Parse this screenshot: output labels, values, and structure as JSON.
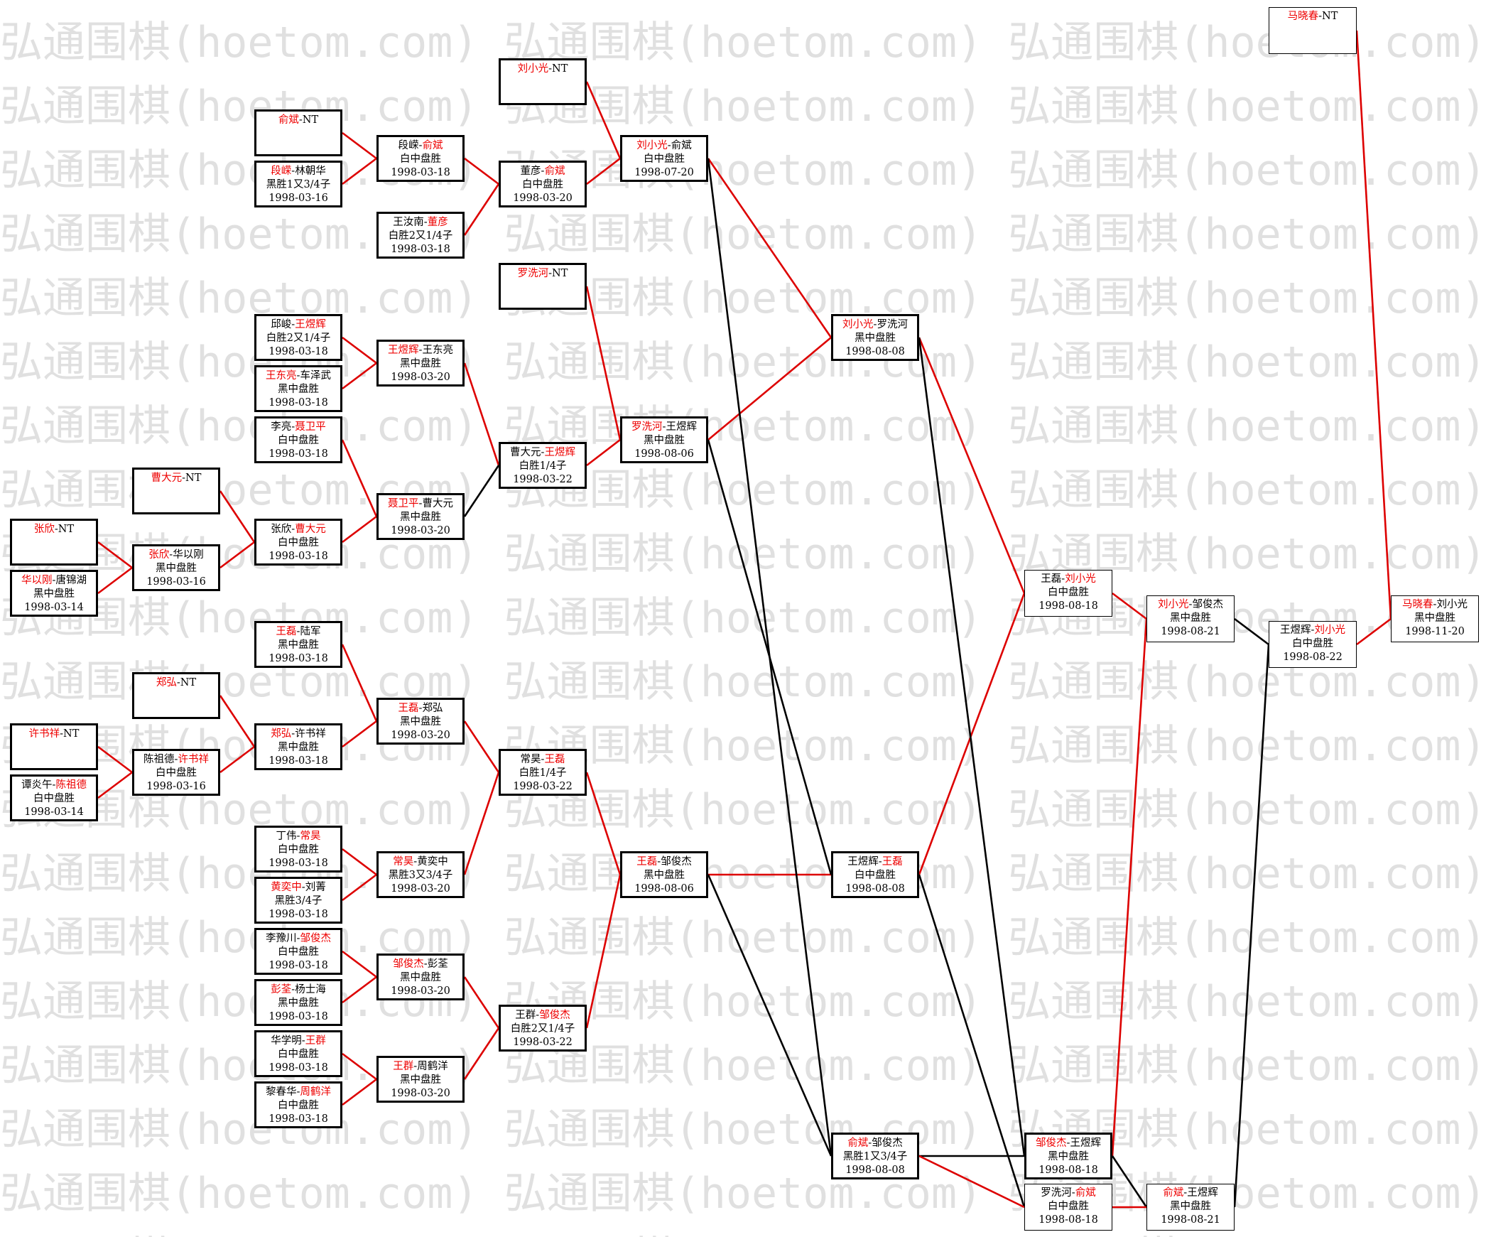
{
  "watermark": "弘通围棋(hoetom.com)",
  "colors": {
    "winner": "#ee0000",
    "winner_line": "#dd0000",
    "loser_line": "#000000",
    "border": "#000000",
    "watermark": "#e0e0e0"
  },
  "nodes": [
    {
      "id": "n1",
      "p1": "俞斌",
      "sep": "-",
      "p2": "NT",
      "r": "",
      "d": "",
      "w": 1
    },
    {
      "id": "n2",
      "p1": "段嵘",
      "sep": "-",
      "p2": "林朝华",
      "r": "黑胜1又3/4子",
      "d": "1998-03-16",
      "w": 1
    },
    {
      "id": "n3",
      "p1": "段嵘",
      "sep": "-",
      "p2": "俞斌",
      "r": "白中盘胜",
      "d": "1998-03-18",
      "w": 2
    },
    {
      "id": "n4",
      "p1": "王汝南",
      "sep": "-",
      "p2": "董彦",
      "r": "白胜2又1/4子",
      "d": "1998-03-18",
      "w": 2
    },
    {
      "id": "n5",
      "p1": "刘小光",
      "sep": "-",
      "p2": "NT",
      "r": "",
      "d": "",
      "w": 1
    },
    {
      "id": "n6",
      "p1": "董彦",
      "sep": "-",
      "p2": "俞斌",
      "r": "白中盘胜",
      "d": "1998-03-20",
      "w": 2
    },
    {
      "id": "n7",
      "p1": "刘小光",
      "sep": "-",
      "p2": "俞斌",
      "r": "白中盘胜",
      "d": "1998-07-20",
      "w": 1
    },
    {
      "id": "n8",
      "p1": "罗洗河",
      "sep": "-",
      "p2": "NT",
      "r": "",
      "d": "",
      "w": 1
    },
    {
      "id": "n9",
      "p1": "邱峻",
      "sep": "-",
      "p2": "王煜辉",
      "r": "白胜2又1/4子",
      "d": "1998-03-18",
      "w": 2
    },
    {
      "id": "n10",
      "p1": "王东亮",
      "sep": "-",
      "p2": "车泽武",
      "r": "黑中盘胜",
      "d": "1998-03-18",
      "w": 1
    },
    {
      "id": "n11",
      "p1": "王煜辉",
      "sep": "-",
      "p2": "王东亮",
      "r": "黑中盘胜",
      "d": "1998-03-20",
      "w": 1
    },
    {
      "id": "n12",
      "p1": "李亮",
      "sep": "-",
      "p2": "聂卫平",
      "r": "白中盘胜",
      "d": "1998-03-18",
      "w": 2
    },
    {
      "id": "n13",
      "p1": "曹大元",
      "sep": "-",
      "p2": "NT",
      "r": "",
      "d": "",
      "w": 1
    },
    {
      "id": "n14",
      "p1": "张欣",
      "sep": "-",
      "p2": "NT",
      "r": "",
      "d": "",
      "w": 1
    },
    {
      "id": "n15",
      "p1": "华以刚",
      "sep": "-",
      "p2": "唐锦湖",
      "r": "黑中盘胜",
      "d": "1998-03-14",
      "w": 1
    },
    {
      "id": "n16",
      "p1": "张欣",
      "sep": "-",
      "p2": "华以刚",
      "r": "黑中盘胜",
      "d": "1998-03-16",
      "w": 1
    },
    {
      "id": "n17",
      "p1": "张欣",
      "sep": "-",
      "p2": "曹大元",
      "r": "白中盘胜",
      "d": "1998-03-18",
      "w": 2
    },
    {
      "id": "n18",
      "p1": "聂卫平",
      "sep": "-",
      "p2": "曹大元",
      "r": "黑中盘胜",
      "d": "1998-03-20",
      "w": 1
    },
    {
      "id": "n19",
      "p1": "曹大元",
      "sep": "-",
      "p2": "王煜辉",
      "r": "白胜1/4子",
      "d": "1998-03-22",
      "w": 2
    },
    {
      "id": "n20",
      "p1": "罗洗河",
      "sep": "-",
      "p2": "王煜辉",
      "r": "黑中盘胜",
      "d": "1998-08-06",
      "w": 1
    },
    {
      "id": "n21",
      "p1": "刘小光",
      "sep": "-",
      "p2": "罗洗河",
      "r": "黑中盘胜",
      "d": "1998-08-08",
      "w": 1
    },
    {
      "id": "n22",
      "p1": "王磊",
      "sep": "-",
      "p2": "陆军",
      "r": "黑中盘胜",
      "d": "1998-03-18",
      "w": 1
    },
    {
      "id": "n23",
      "p1": "郑弘",
      "sep": "-",
      "p2": "NT",
      "r": "",
      "d": "",
      "w": 1
    },
    {
      "id": "n24",
      "p1": "许书祥",
      "sep": "-",
      "p2": "NT",
      "r": "",
      "d": "",
      "w": 1
    },
    {
      "id": "n25",
      "p1": "谭炎午",
      "sep": "-",
      "p2": "陈祖德",
      "r": "白中盘胜",
      "d": "1998-03-14",
      "w": 2
    },
    {
      "id": "n26",
      "p1": "陈祖德",
      "sep": "-",
      "p2": "许书祥",
      "r": "白中盘胜",
      "d": "1998-03-16",
      "w": 2
    },
    {
      "id": "n27",
      "p1": "郑弘",
      "sep": "-",
      "p2": "许书祥",
      "r": "黑中盘胜",
      "d": "1998-03-18",
      "w": 1
    },
    {
      "id": "n28",
      "p1": "王磊",
      "sep": "-",
      "p2": "郑弘",
      "r": "黑中盘胜",
      "d": "1998-03-20",
      "w": 1
    },
    {
      "id": "n29",
      "p1": "常昊",
      "sep": "-",
      "p2": "王磊",
      "r": "白胜1/4子",
      "d": "1998-03-22",
      "w": 2
    },
    {
      "id": "n30",
      "p1": "丁伟",
      "sep": "-",
      "p2": "常昊",
      "r": "白中盘胜",
      "d": "1998-03-18",
      "w": 2
    },
    {
      "id": "n31",
      "p1": "黄奕中",
      "sep": "-",
      "p2": "刘菁",
      "r": "黑胜3/4子",
      "d": "1998-03-18",
      "w": 1
    },
    {
      "id": "n32",
      "p1": "常昊",
      "sep": "-",
      "p2": "黄奕中",
      "r": "黑胜3又3/4子",
      "d": "1998-03-20",
      "w": 1
    },
    {
      "id": "n33",
      "p1": "李豫川",
      "sep": "-",
      "p2": "邹俊杰",
      "r": "白中盘胜",
      "d": "1998-03-18",
      "w": 2
    },
    {
      "id": "n34",
      "p1": "彭荃",
      "sep": "-",
      "p2": "杨士海",
      "r": "黑中盘胜",
      "d": "1998-03-18",
      "w": 1
    },
    {
      "id": "n35",
      "p1": "邹俊杰",
      "sep": "-",
      "p2": "彭荃",
      "r": "黑中盘胜",
      "d": "1998-03-20",
      "w": 1
    },
    {
      "id": "n36",
      "p1": "华学明",
      "sep": "-",
      "p2": "王群",
      "r": "白中盘胜",
      "d": "1998-03-18",
      "w": 2
    },
    {
      "id": "n37",
      "p1": "黎春华",
      "sep": "-",
      "p2": "周鹤洋",
      "r": "白中盘胜",
      "d": "1998-03-18",
      "w": 2
    },
    {
      "id": "n38",
      "p1": "王群",
      "sep": "-",
      "p2": "周鹤洋",
      "r": "黑中盘胜",
      "d": "1998-03-20",
      "w": 1
    },
    {
      "id": "n39",
      "p1": "王群",
      "sep": "-",
      "p2": "邹俊杰",
      "r": "白胜2又1/4子",
      "d": "1998-03-22",
      "w": 2
    },
    {
      "id": "n40",
      "p1": "王磊",
      "sep": "-",
      "p2": "邹俊杰",
      "r": "黑中盘胜",
      "d": "1998-08-06",
      "w": 1
    },
    {
      "id": "n41",
      "p1": "王煜辉",
      "sep": "-",
      "p2": "王磊",
      "r": "白中盘胜",
      "d": "1998-08-08",
      "w": 2
    },
    {
      "id": "n42",
      "p1": "俞斌",
      "sep": "-",
      "p2": "邹俊杰",
      "r": "黑胜1又3/4子",
      "d": "1998-08-08",
      "w": 1
    },
    {
      "id": "n43",
      "p1": "王磊",
      "sep": "-",
      "p2": "刘小光",
      "r": "白中盘胜",
      "d": "1998-08-18",
      "w": 2
    },
    {
      "id": "n44",
      "p1": "邹俊杰",
      "sep": "-",
      "p2": "王煜辉",
      "r": "黑中盘胜",
      "d": "1998-08-18",
      "w": 1
    },
    {
      "id": "n45",
      "p1": "罗洗河",
      "sep": "-",
      "p2": "俞斌",
      "r": "白中盘胜",
      "d": "1998-08-18",
      "w": 2
    },
    {
      "id": "n46",
      "p1": "刘小光",
      "sep": "-",
      "p2": "邹俊杰",
      "r": "黑中盘胜",
      "d": "1998-08-21",
      "w": 1
    },
    {
      "id": "n47",
      "p1": "俞斌",
      "sep": "-",
      "p2": "王煜辉",
      "r": "黑中盘胜",
      "d": "1998-08-21",
      "w": 1
    },
    {
      "id": "n48",
      "p1": "王煜辉",
      "sep": "-",
      "p2": "刘小光",
      "r": "白中盘胜",
      "d": "1998-08-22",
      "w": 2
    },
    {
      "id": "n49",
      "p1": "马晓春",
      "sep": "-",
      "p2": "NT",
      "r": "",
      "d": "",
      "w": 1
    },
    {
      "id": "n50",
      "p1": "马晓春",
      "sep": "-",
      "p2": "刘小光",
      "r": "黑中盘胜",
      "d": "1998-11-20",
      "w": 1
    }
  ],
  "links": [
    [
      "n1",
      "n3",
      "w"
    ],
    [
      "n2",
      "n3",
      "w"
    ],
    [
      "n3",
      "n6",
      "w"
    ],
    [
      "n4",
      "n6",
      "w"
    ],
    [
      "n5",
      "n7",
      "w"
    ],
    [
      "n6",
      "n7",
      "w"
    ],
    [
      "n8",
      "n20",
      "w"
    ],
    [
      "n9",
      "n11",
      "w"
    ],
    [
      "n10",
      "n11",
      "w"
    ],
    [
      "n11",
      "n19",
      "w"
    ],
    [
      "n12",
      "n18",
      "w"
    ],
    [
      "n13",
      "n17",
      "w"
    ],
    [
      "n14",
      "n16",
      "w"
    ],
    [
      "n15",
      "n16",
      "w"
    ],
    [
      "n16",
      "n17",
      "w"
    ],
    [
      "n17",
      "n18",
      "w"
    ],
    [
      "n18",
      "n19",
      "l"
    ],
    [
      "n19",
      "n20",
      "w"
    ],
    [
      "n20",
      "n21",
      "w"
    ],
    [
      "n7",
      "n21",
      "w"
    ],
    [
      "n22",
      "n28",
      "w"
    ],
    [
      "n23",
      "n27",
      "w"
    ],
    [
      "n24",
      "n26",
      "w"
    ],
    [
      "n25",
      "n26",
      "w"
    ],
    [
      "n26",
      "n27",
      "w"
    ],
    [
      "n27",
      "n28",
      "w"
    ],
    [
      "n28",
      "n29",
      "w"
    ],
    [
      "n30",
      "n32",
      "w"
    ],
    [
      "n31",
      "n32",
      "w"
    ],
    [
      "n32",
      "n29",
      "w"
    ],
    [
      "n33",
      "n35",
      "w"
    ],
    [
      "n34",
      "n35",
      "w"
    ],
    [
      "n35",
      "n39",
      "w"
    ],
    [
      "n36",
      "n38",
      "w"
    ],
    [
      "n37",
      "n38",
      "w"
    ],
    [
      "n38",
      "n39",
      "w"
    ],
    [
      "n29",
      "n40",
      "w"
    ],
    [
      "n39",
      "n40",
      "w"
    ],
    [
      "n40",
      "n41",
      "w"
    ],
    [
      "n20",
      "n41",
      "l"
    ],
    [
      "n7",
      "n42",
      "l"
    ],
    [
      "n40",
      "n42",
      "l"
    ],
    [
      "n21",
      "n43",
      "w"
    ],
    [
      "n41",
      "n43",
      "w"
    ],
    [
      "n21",
      "n44",
      "l"
    ],
    [
      "n42",
      "n44",
      "l"
    ],
    [
      "n41",
      "n45",
      "l"
    ],
    [
      "n42",
      "n45",
      "w"
    ],
    [
      "n43",
      "n46",
      "w"
    ],
    [
      "n44",
      "n46",
      "w"
    ],
    [
      "n44",
      "n47",
      "l"
    ],
    [
      "n45",
      "n47",
      "w"
    ],
    [
      "n46",
      "n48",
      "l"
    ],
    [
      "n47",
      "n48",
      "l"
    ],
    [
      "n48",
      "n50",
      "w"
    ],
    [
      "n49",
      "n50",
      "w"
    ]
  ]
}
